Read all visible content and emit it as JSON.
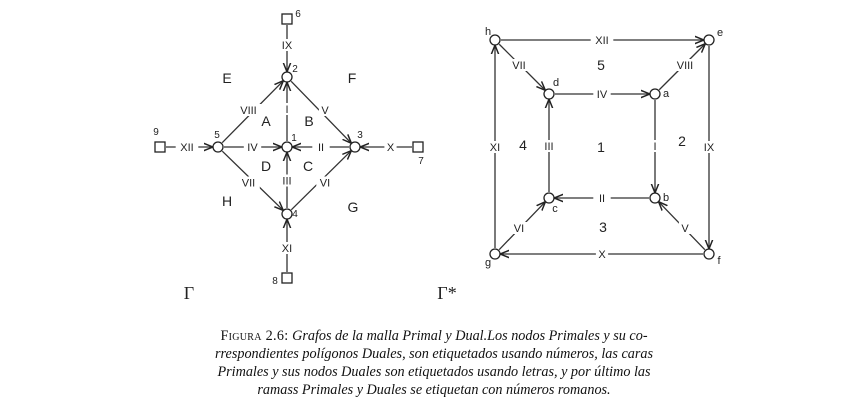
{
  "primal": {
    "symbol": "Γ",
    "nodes": [
      {
        "id": "n1",
        "label": "1",
        "shape": "circle"
      },
      {
        "id": "n2",
        "label": "2",
        "shape": "circle"
      },
      {
        "id": "n3",
        "label": "3",
        "shape": "circle"
      },
      {
        "id": "n4",
        "label": "4",
        "shape": "circle"
      },
      {
        "id": "n5",
        "label": "5",
        "shape": "circle"
      },
      {
        "id": "n6",
        "label": "6",
        "shape": "square"
      },
      {
        "id": "n7",
        "label": "7",
        "shape": "square"
      },
      {
        "id": "n8",
        "label": "8",
        "shape": "square"
      },
      {
        "id": "n9",
        "label": "9",
        "shape": "square"
      }
    ],
    "edges": [
      {
        "from": "n1",
        "to": "n2",
        "label": "I"
      },
      {
        "from": "n3",
        "to": "n1",
        "label": "II"
      },
      {
        "from": "n4",
        "to": "n1",
        "label": "III"
      },
      {
        "from": "n5",
        "to": "n1",
        "label": "IV"
      },
      {
        "from": "n2",
        "to": "n3",
        "label": "V"
      },
      {
        "from": "n4",
        "to": "n3",
        "label": "VI"
      },
      {
        "from": "n5",
        "to": "n4",
        "label": "VII"
      },
      {
        "from": "n5",
        "to": "n2",
        "label": "VIII"
      },
      {
        "from": "n6",
        "to": "n2",
        "label": "IX"
      },
      {
        "from": "n7",
        "to": "n3",
        "label": "X"
      },
      {
        "from": "n8",
        "to": "n4",
        "label": "XI"
      },
      {
        "from": "n9",
        "to": "n5",
        "label": "XII"
      }
    ],
    "faces": [
      "A",
      "B",
      "C",
      "D",
      "E",
      "F",
      "G",
      "H"
    ]
  },
  "dual": {
    "symbol": "Γ*",
    "nodes": [
      {
        "id": "a",
        "label": "a"
      },
      {
        "id": "b",
        "label": "b"
      },
      {
        "id": "c",
        "label": "c"
      },
      {
        "id": "d",
        "label": "d"
      },
      {
        "id": "e",
        "label": "e"
      },
      {
        "id": "f",
        "label": "f"
      },
      {
        "id": "g",
        "label": "g"
      },
      {
        "id": "h",
        "label": "h"
      }
    ],
    "edges": [
      {
        "from": "a",
        "to": "b",
        "label": "I"
      },
      {
        "from": "b",
        "to": "c",
        "label": "II"
      },
      {
        "from": "c",
        "to": "d",
        "label": "III"
      },
      {
        "from": "d",
        "to": "a",
        "label": "IV"
      },
      {
        "from": "f",
        "to": "b",
        "label": "V"
      },
      {
        "from": "g",
        "to": "c",
        "label": "VI"
      },
      {
        "from": "h",
        "to": "d",
        "label": "VII"
      },
      {
        "from": "a",
        "to": "e",
        "label": "VIII"
      },
      {
        "from": "e",
        "to": "f",
        "label": "IX"
      },
      {
        "from": "f",
        "to": "g",
        "label": "X"
      },
      {
        "from": "g",
        "to": "h",
        "label": "XI"
      },
      {
        "from": "h",
        "to": "e",
        "label": "XII"
      }
    ],
    "faces": [
      "1",
      "2",
      "3",
      "4",
      "5"
    ]
  },
  "caption": {
    "figure_label": "Figura 2.6:",
    "line1": "Grafos de la malla Primal y Dual.Los nodos Primales y su co-",
    "line2": "rrespondientes polígonos Duales, son etiquetados usando números, las caras",
    "line3": "Primales y sus nodos Duales son etiquetados usando letras, y por último las",
    "line4": "ramass Primales y Duales se etiquetan con números romanos."
  }
}
